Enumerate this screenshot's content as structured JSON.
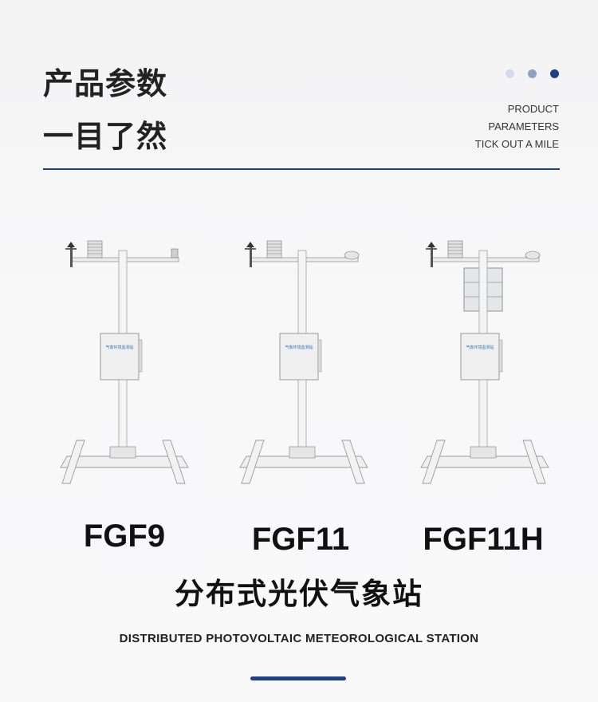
{
  "header": {
    "title_line1": "产品参数",
    "title_line2": "一目了然",
    "en_lines": [
      "PRODUCT",
      "PARAMETERS",
      "TICK OUT A MILE"
    ],
    "accent_color": "#1f3f86"
  },
  "products": [
    {
      "model": "FGF9",
      "box_label": "气象环境监测站",
      "solar_panel": false
    },
    {
      "model": "FGF11",
      "box_label": "气象环境监测站",
      "solar_panel": false
    },
    {
      "model": "FGF11H",
      "box_label": "气象环境监测站",
      "solar_panel": true
    }
  ],
  "footer": {
    "title_cn": "分布式光伏气象站",
    "title_en": "DISTRIBUTED PHOTOVOLTAIC METEOROLOGICAL STATION"
  }
}
